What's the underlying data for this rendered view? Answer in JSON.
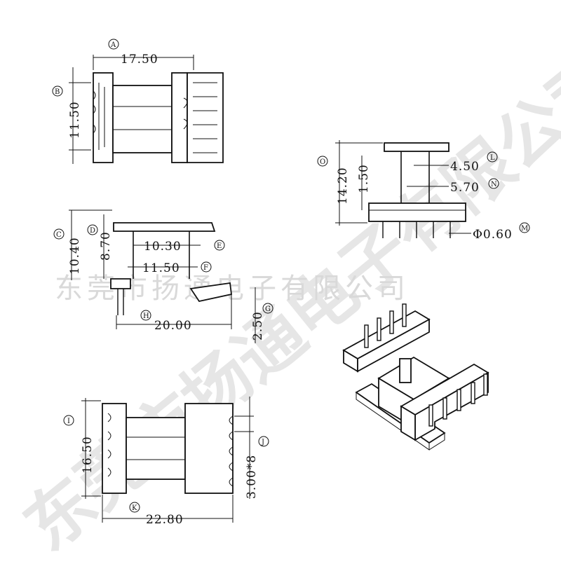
{
  "watermark": {
    "line": "东莞市扬通电子有限公司",
    "diagonal": "东莞市扬通电子有限公司"
  },
  "views": {
    "top": {
      "dim_width": "17.50",
      "dim_height": "11.50",
      "tag_a": "A",
      "tag_b": "B"
    },
    "side": {
      "dim_h1": "10.40",
      "dim_h2": "8.70",
      "dim_w1": "10.30",
      "dim_w2": "11.50",
      "dim_len": "20.00",
      "dim_pin": "2.50",
      "tags": {
        "c": "C",
        "d": "D",
        "e": "E",
        "f": "F",
        "h": "H",
        "g": "G"
      }
    },
    "end": {
      "dim_height": "14.20",
      "dim_offset": "1.50",
      "dim_a": "4.50",
      "dim_b": "5.70",
      "dim_pin_dia": "Φ0.60",
      "tags": {
        "o": "O",
        "l": "L",
        "n": "N",
        "m": "M"
      }
    },
    "bottom": {
      "dim_height": "16.50",
      "dim_pitch": "3.00*8",
      "dim_width": "22.80",
      "tags": {
        "i": "I",
        "j": "J",
        "k": "K"
      }
    }
  }
}
